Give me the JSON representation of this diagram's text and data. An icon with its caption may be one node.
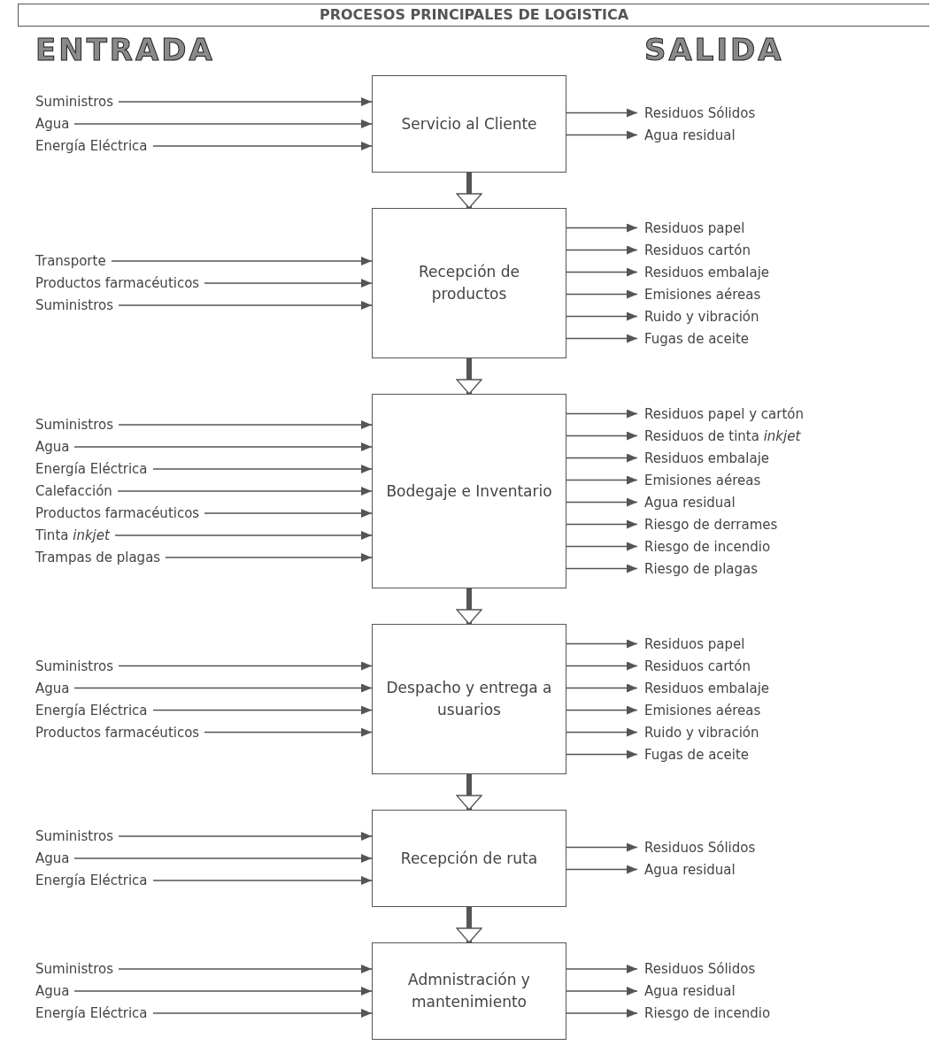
{
  "diagram": {
    "title": "PROCESOS PRINCIPALES DE LOGISTICA",
    "nodes": [
      {
        "text": [
          "Suministros"
        ]
      },
      {
        "text": [
          "Agua"
        ]
      },
      {
        "text": [
          "Energía Eléctrica"
        ]
      },
      {
        "text": [
          "Servicio al Cliente"
        ]
      },
      {
        "text": [
          "Residuos Sólidos"
        ]
      },
      {
        "text": [
          "Agua residual"
        ]
      },
      {
        "text": [
          "Transporte"
        ]
      },
      {
        "text": [
          "Productos farmacéuticos"
        ]
      },
      {
        "text": [
          "Suministros"
        ]
      },
      {
        "text": [
          "Recepción de productos"
        ]
      },
      {
        "text": [
          "Residuos papel"
        ]
      },
      {
        "text": [
          "Residuos cartón"
        ]
      },
      {
        "text": [
          "Residuos embalaje"
        ]
      },
      {
        "text": [
          "Emisiones aéreas"
        ]
      },
      {
        "text": [
          "Ruido y vibración"
        ]
      },
      {
        "text": [
          "Fugas de aceite"
        ]
      },
      {
        "text": [
          "Suministros"
        ]
      },
      {
        "text": [
          "Agua"
        ]
      },
      {
        "text": [
          "Energía Eléctrica"
        ]
      },
      {
        "text": [
          "Calefacción"
        ]
      },
      {
        "text": [
          "Productos farmacéuticos"
        ]
      },
      {
        "text": [
          "Tinta *inkjet*"
        ]
      },
      {
        "text": [
          "Trampas de plagas"
        ]
      },
      {
        "text": [
          "Bodegaje e Inventario"
        ]
      },
      {
        "text": [
          "Residuos papel y cartón"
        ]
      },
      {
        "text": [
          "Residuos de tinta *inkjet*"
        ]
      },
      {
        "text": [
          "Residuos embalaje"
        ]
      },
      {
        "text": [
          "Emisiones aéreas"
        ]
      },
      {
        "text": [
          "Agua residual"
        ]
      },
      {
        "text": [
          "Riesgo de derrames"
        ]
      },
      {
        "text": [
          "Riesgo de incendio"
        ]
      },
      {
        "text": [
          "Riesgo de plagas"
        ]
      },
      {
        "text": [
          "Suministros"
        ]
      },
      {
        "text": [
          "Agua"
        ]
      },
      {
        "text": [
          "Energía Eléctrica"
        ]
      },
      {
        "text": [
          "Productos farmacéuticos"
        ]
      },
      {
        "text": [
          "Despacho y entrega a usuarios"
        ]
      },
      {
        "text": [
          "Residuos papel"
        ]
      },
      {
        "text": [
          "Residuos cartón"
        ]
      },
      {
        "text": [
          "Residuos embalaje"
        ]
      },
      {
        "text": [
          "Emisiones aéreas"
        ]
      },
      {
        "text": [
          "Ruido y vibración"
        ]
      },
      {
        "text": [
          "Fugas de aceite"
        ]
      },
      {
        "text": [
          "Suministros"
        ]
      },
      {
        "text": [
          "Agua"
        ]
      },
      {
        "text": [
          "Energía Eléctrica"
        ]
      },
      {
        "text": [
          "Recepción de ruta"
        ]
      },
      {
        "text": [
          "Residuos Sólidos"
        ]
      },
      {
        "text": [
          "Agua residual"
        ]
      },
      {
        "text": [
          "Suministros"
        ]
      },
      {
        "text": [
          "Agua"
        ]
      },
      {
        "text": [
          "Energía Eléctrica"
        ]
      },
      {
        "text": [
          "Admnistración y mantenimiento"
        ]
      },
      {
        "text": [
          "Residuos Sólidos"
        ]
      },
      {
        "text": [
          "Agua residual"
        ]
      },
      {
        "text": [
          "Riesgo de incendio"
        ]
      }
    ],
    "edges": [
      {
        "from": 0,
        "to": 3,
        "arrow": "to"
      },
      {
        "from": 1,
        "to": 3,
        "arrow": "to"
      },
      {
        "from": 2,
        "to": 3,
        "arrow": "to"
      },
      {
        "from": 3,
        "to": 4,
        "arrow": "to"
      },
      {
        "from": 3,
        "to": 5,
        "arrow": "to"
      },
      {
        "from": 3,
        "to": 9,
        "arrow": "to",
        "style": "thick"
      },
      {
        "from": 6,
        "to": 9,
        "arrow": "to"
      },
      {
        "from": 7,
        "to": 9,
        "arrow": "to"
      },
      {
        "from": 8,
        "to": 9,
        "arrow": "to"
      },
      {
        "from": 9,
        "to": 10,
        "arrow": "to"
      },
      {
        "from": 9,
        "to": 11,
        "arrow": "to"
      },
      {
        "from": 9,
        "to": 12,
        "arrow": "to"
      },
      {
        "from": 9,
        "to": 13,
        "arrow": "to"
      },
      {
        "from": 9,
        "to": 14,
        "arrow": "to"
      },
      {
        "from": 9,
        "to": 15,
        "arrow": "to"
      },
      {
        "from": 9,
        "to": 23,
        "arrow": "to",
        "style": "thick"
      },
      {
        "from": 16,
        "to": 23,
        "arrow": "to"
      },
      {
        "from": 17,
        "to": 23,
        "arrow": "to"
      },
      {
        "from": 18,
        "to": 23,
        "arrow": "to"
      },
      {
        "from": 19,
        "to": 23,
        "arrow": "to"
      },
      {
        "from": 20,
        "to": 23,
        "arrow": "to"
      },
      {
        "from": 21,
        "to": 23,
        "arrow": "to"
      },
      {
        "from": 22,
        "to": 23,
        "arrow": "to"
      },
      {
        "from": 23,
        "to": 24,
        "arrow": "to"
      },
      {
        "from": 23,
        "to": 25,
        "arrow": "to"
      },
      {
        "from": 23,
        "to": 26,
        "arrow": "to"
      },
      {
        "from": 23,
        "to": 27,
        "arrow": "to"
      },
      {
        "from": 23,
        "to": 28,
        "arrow": "to"
      },
      {
        "from": 23,
        "to": 29,
        "arrow": "to"
      },
      {
        "from": 23,
        "to": 30,
        "arrow": "to"
      },
      {
        "from": 23,
        "to": 31,
        "arrow": "to"
      },
      {
        "from": 23,
        "to": 36,
        "arrow": "to",
        "style": "thick"
      },
      {
        "from": 32,
        "to": 36,
        "arrow": "to"
      },
      {
        "from": 33,
        "to": 36,
        "arrow": "to"
      },
      {
        "from": 34,
        "to": 36,
        "arrow": "to"
      },
      {
        "from": 35,
        "to": 36,
        "arrow": "to"
      },
      {
        "from": 36,
        "to": 37,
        "arrow": "to"
      },
      {
        "from": 36,
        "to": 38,
        "arrow": "to"
      },
      {
        "from": 36,
        "to": 39,
        "arrow": "to"
      },
      {
        "from": 36,
        "to": 40,
        "arrow": "to"
      },
      {
        "from": 36,
        "to": 41,
        "arrow": "to"
      },
      {
        "from": 36,
        "to": 42,
        "arrow": "to"
      },
      {
        "from": 36,
        "to": 46,
        "arrow": "to",
        "style": "thick"
      },
      {
        "from": 43,
        "to": 46,
        "arrow": "to"
      },
      {
        "from": 44,
        "to": 46,
        "arrow": "to"
      },
      {
        "from": 45,
        "to": 46,
        "arrow": "to"
      },
      {
        "from": 46,
        "to": 47,
        "arrow": "to"
      },
      {
        "from": 46,
        "to": 48,
        "arrow": "to"
      },
      {
        "from": 46,
        "to": 52,
        "arrow": "to",
        "style": "thick"
      },
      {
        "from": 49,
        "to": 52,
        "arrow": "to"
      },
      {
        "from": 50,
        "to": 52,
        "arrow": "to"
      },
      {
        "from": 51,
        "to": 52,
        "arrow": "to"
      },
      {
        "from": 52,
        "to": 53,
        "arrow": "to"
      },
      {
        "from": 52,
        "to": 54,
        "arrow": "to"
      },
      {
        "from": 52,
        "to": 55,
        "arrow": "to"
      }
    ],
    "labels": [
      "ENTRADA",
      "SALIDA"
    ]
  }
}
